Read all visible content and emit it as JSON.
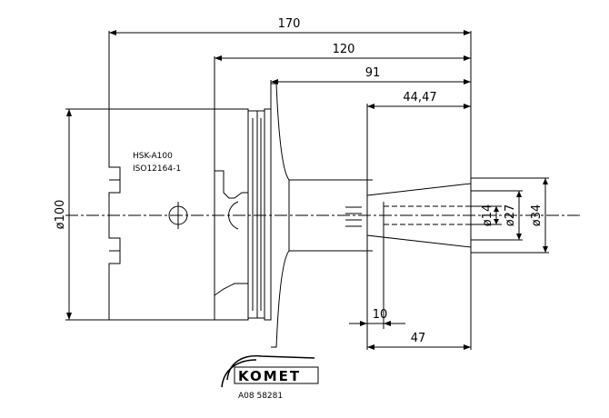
{
  "dimensions": {
    "total_length": "170",
    "length_120": "120",
    "length_91": "91",
    "length_44_47": "44,47",
    "length_10": "10",
    "length_47": "47",
    "dia_100": "ø100",
    "dia_14": "ø14",
    "dia_27": "ø27",
    "dia_34": "ø34"
  },
  "body_marking": {
    "line1": "HSK-A100",
    "line2": "ISO12164-1"
  },
  "logo": {
    "brand": "KOMET",
    "article_no": "A08 58281"
  }
}
